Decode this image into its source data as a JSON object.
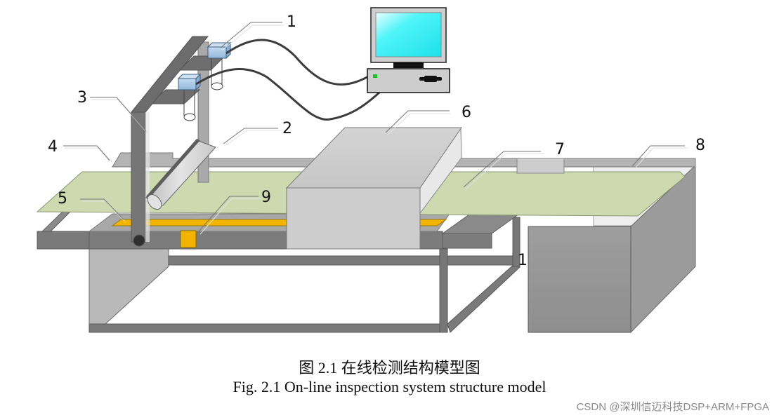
{
  "figure": {
    "caption_cn": "图 2.1  在线检测结构模型图",
    "caption_en": "Fig. 2.1 On-line inspection system structure model",
    "watermark": "CSDN @深圳信迈科技DSP+ARM+FPGA"
  },
  "callouts": [
    {
      "id": "1",
      "label": "1",
      "target": "camera"
    },
    {
      "id": "2",
      "label": "2",
      "target": "light-source"
    },
    {
      "id": "3",
      "label": "3",
      "target": "camera-bracket"
    },
    {
      "id": "4",
      "label": "4",
      "target": "conveyor-frame"
    },
    {
      "id": "5",
      "label": "5",
      "target": "roller-strip"
    },
    {
      "id": "6",
      "label": "6",
      "target": "enclosure-box"
    },
    {
      "id": "7",
      "label": "7",
      "target": "conveyor-belt"
    },
    {
      "id": "8",
      "label": "8",
      "target": "sorting-box"
    },
    {
      "id": "9",
      "label": "9",
      "target": "position-sensor"
    },
    {
      "id": "1b",
      "label": "1",
      "target": "support-frame"
    }
  ],
  "colors": {
    "belt": "#cfd9b0",
    "frame_dark": "#6e6e6e",
    "frame_mid": "#8c8c8c",
    "panel_light": "#cfcfcf",
    "accent_yellow": "#f2b400",
    "camera_blue": "#a9c8e6",
    "screen_cyan": "#33f0f5",
    "cable": "#3c3c3c"
  }
}
